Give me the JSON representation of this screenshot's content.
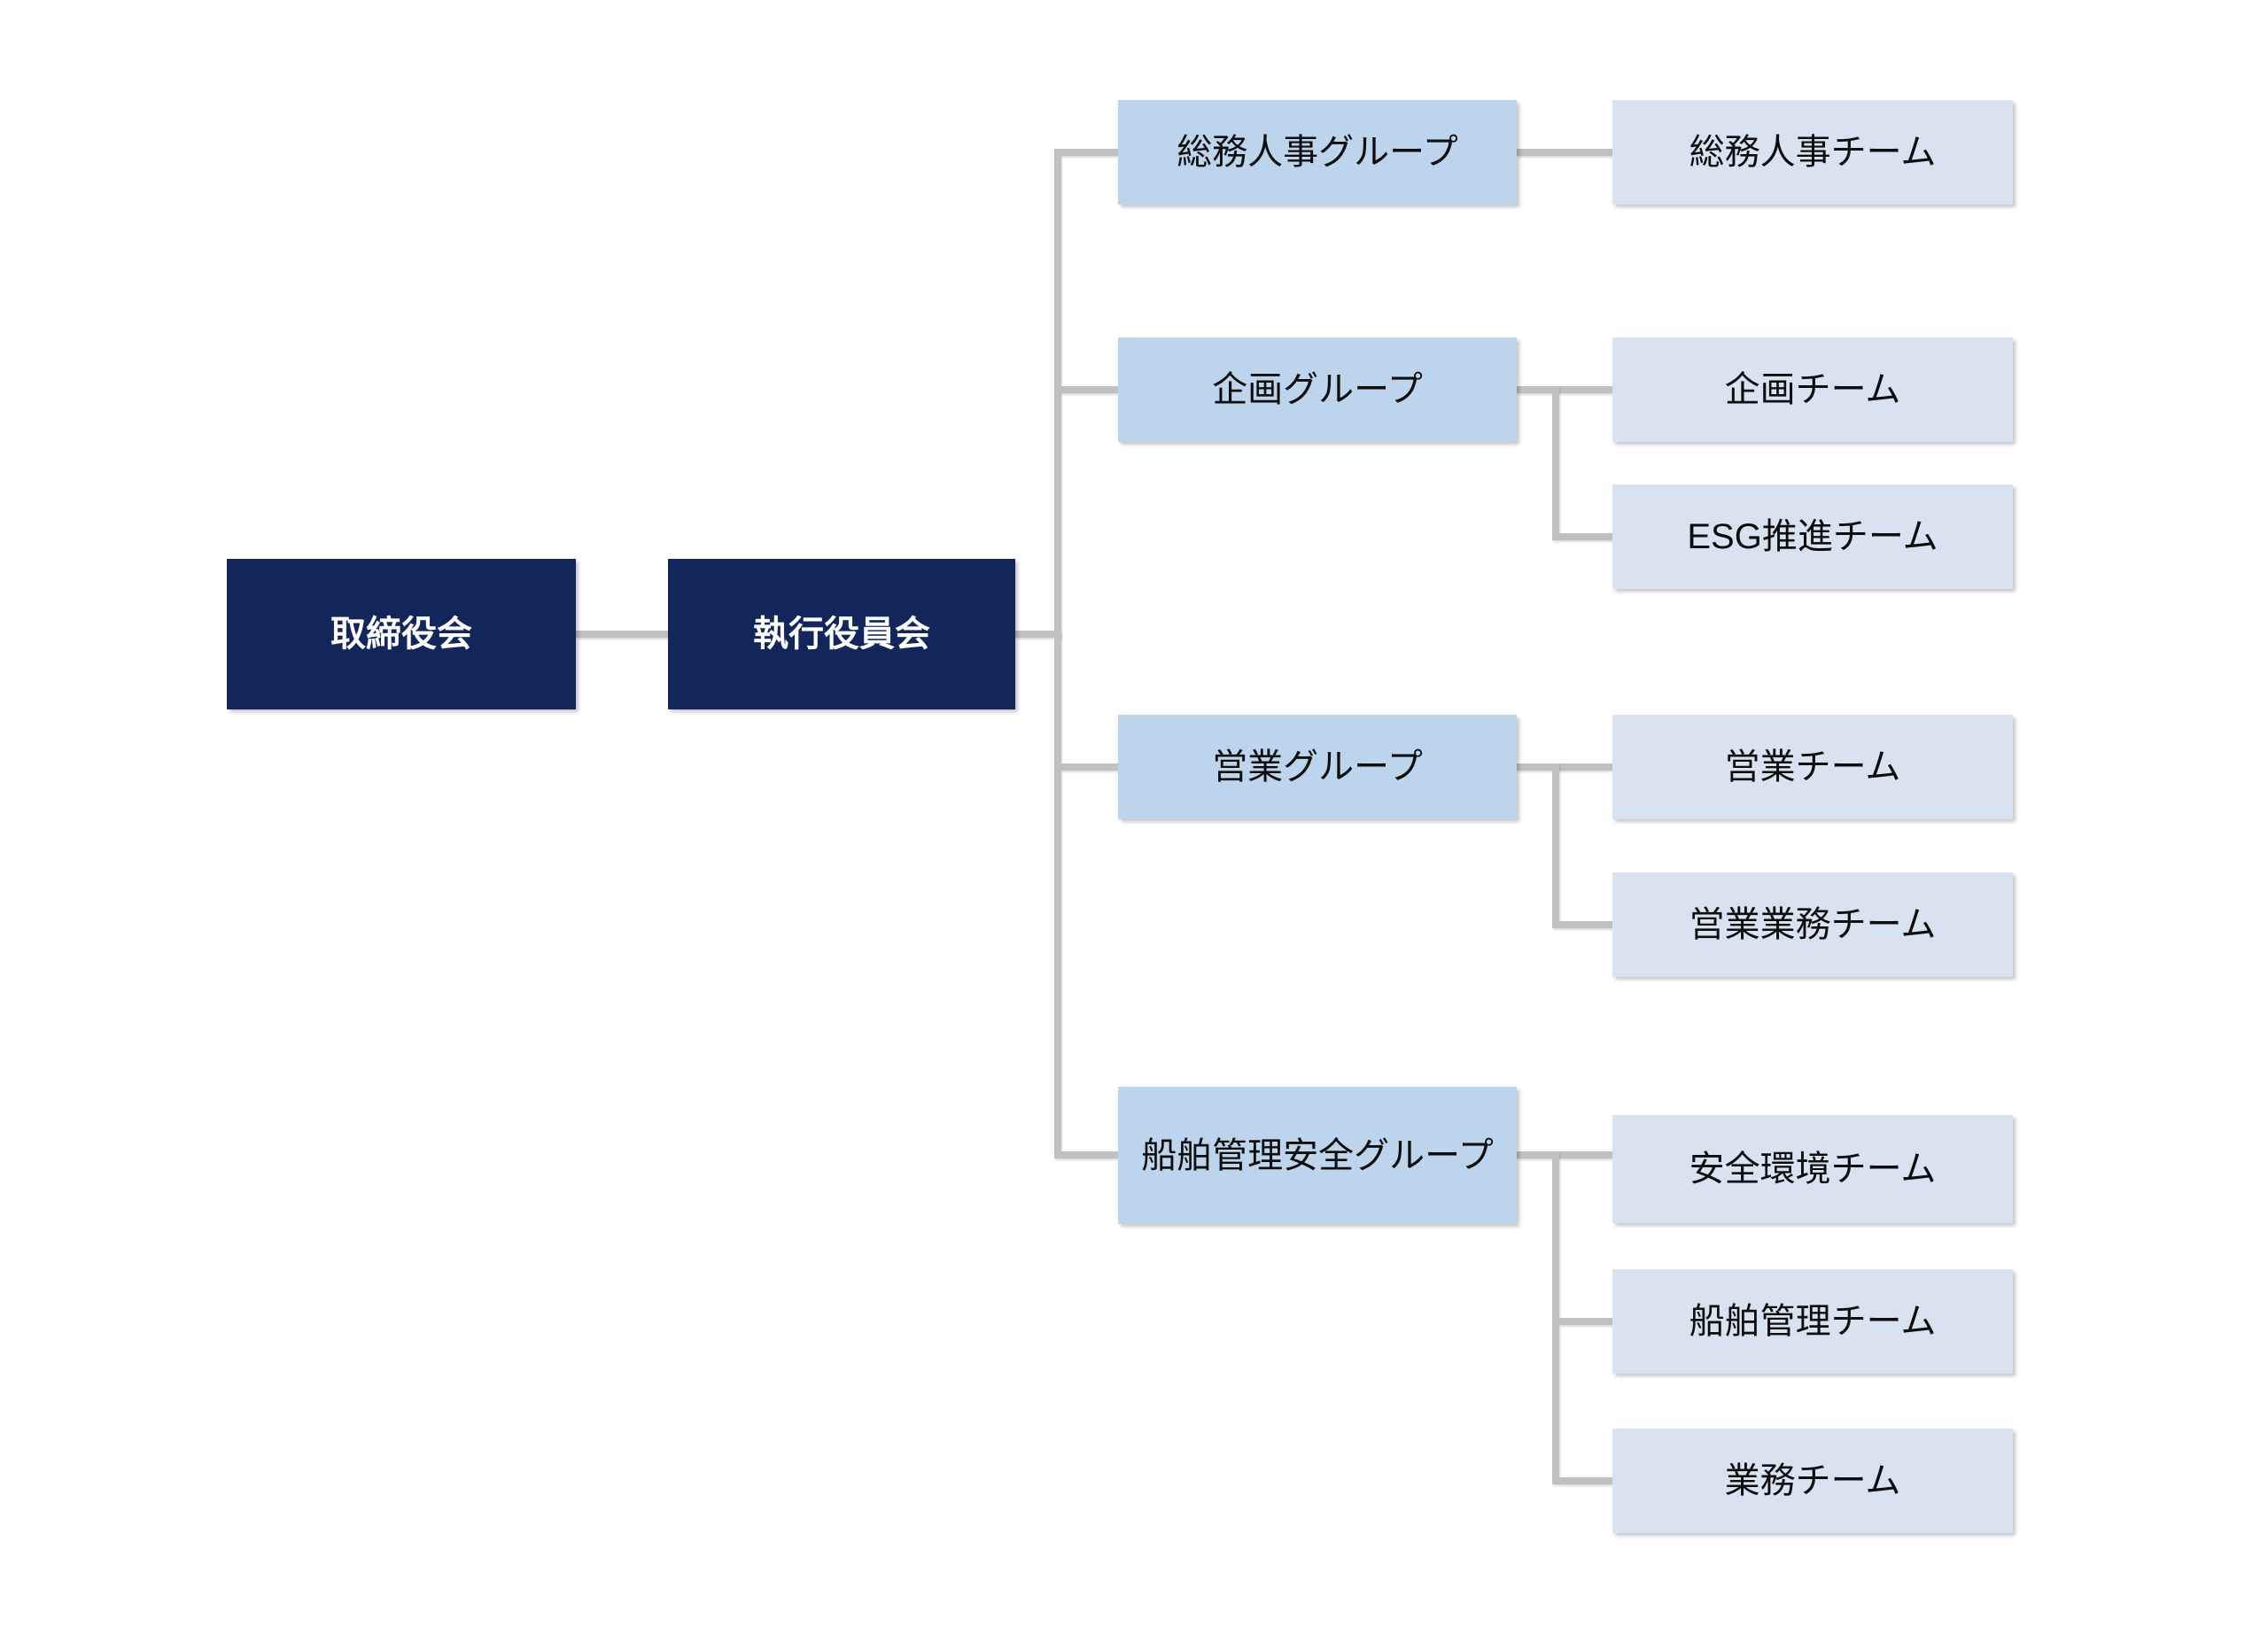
{
  "org": {
    "board": {
      "label": "取締役会"
    },
    "executive": {
      "label": "執行役員会"
    },
    "groups": [
      {
        "label": "総務人事グループ",
        "teams": [
          {
            "label": "総務人事チーム"
          }
        ]
      },
      {
        "label": "企画グループ",
        "teams": [
          {
            "label": "企画チーム"
          },
          {
            "label": "ESG推進チーム"
          }
        ]
      },
      {
        "label": "営業グループ",
        "teams": [
          {
            "label": "営業チーム"
          },
          {
            "label": "営業業務チーム"
          }
        ]
      },
      {
        "label": "船舶管理安全グループ",
        "teams": [
          {
            "label": "安全環境チーム"
          },
          {
            "label": "船舶管理チーム"
          },
          {
            "label": "業務チーム"
          }
        ]
      }
    ],
    "colors": {
      "navy": "#13265B",
      "group_fill": "#BDD5EC",
      "team_fill": "#D9E2F1",
      "connector": "#C0C0C0",
      "text_on_navy": "#FFFFFF",
      "text_on_light": "#0D0D0D",
      "background": "#FFFFFF"
    }
  }
}
